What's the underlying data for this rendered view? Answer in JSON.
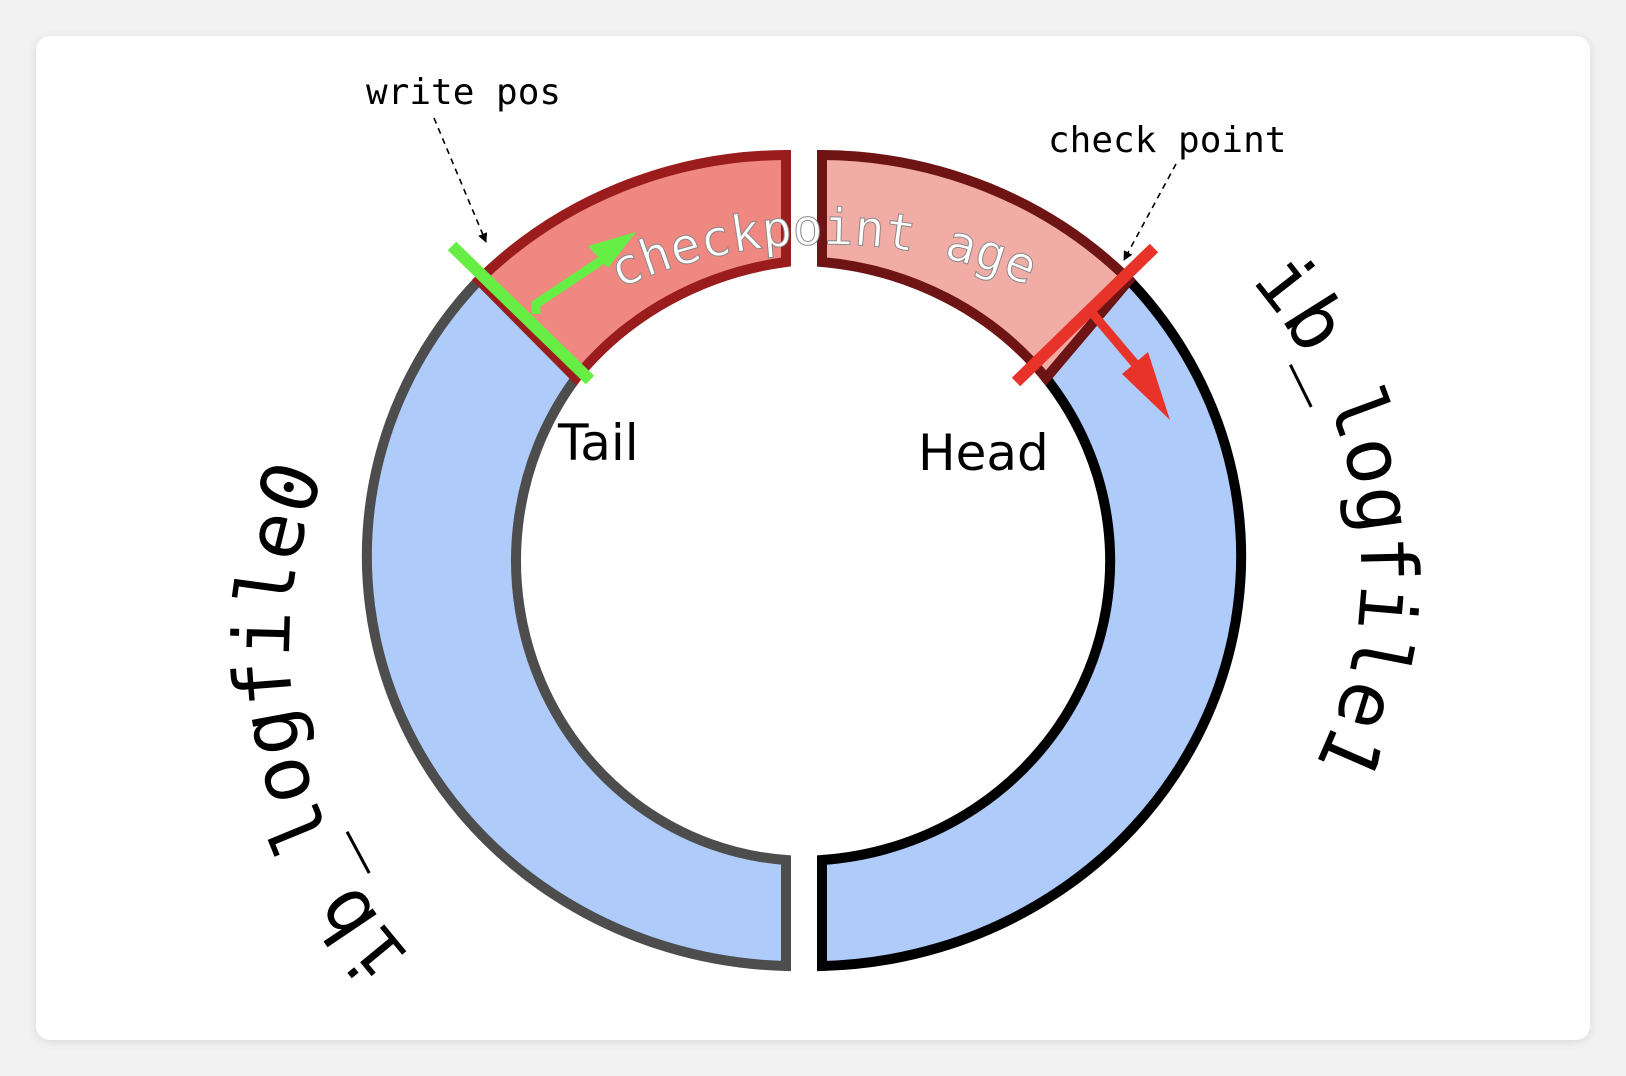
{
  "labels": {
    "write_pos": "write pos",
    "check_point": "check point",
    "tail": "Tail",
    "head": "Head",
    "checkpoint_age": "checkpoint age",
    "logfile0": "ib_logfile0",
    "logfile1": "ib_logfile1"
  },
  "colors": {
    "log_fill": "#aecbf9",
    "age_fill_left": "#ee8880",
    "age_fill_right": "#f2aca6",
    "age_stroke": "#9b1c1c",
    "logfile0_stroke": "#4d4d4d",
    "logfile1_stroke": "#000000",
    "write_pos_marker": "#66ee44",
    "check_point_marker": "#e8332a"
  }
}
